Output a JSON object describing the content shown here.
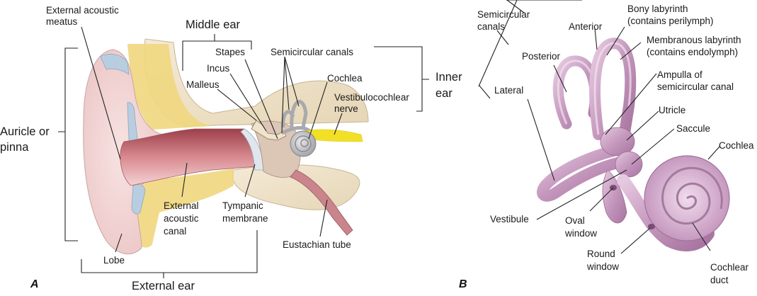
{
  "figure": {
    "panels": [
      {
        "id": "A",
        "letter": "A",
        "subject": "Ear cross-section",
        "regions": {
          "external_ear": "External ear",
          "middle_ear": "Middle ear",
          "inner_ear": "Inner\near",
          "auricle": "Auricle or\npinna"
        },
        "labels": {
          "external_acoustic_meatus": "External acoustic\nmeatus",
          "stapes": "Stapes",
          "incus": "Incus",
          "malleus": "Malleus",
          "semicircular_canals": "Semicircular canals",
          "cochlea": "Cochlea",
          "vestibulocochlear_nerve": "Vestibulocochlear\nnerve",
          "external_acoustic_canal": "External\nacoustic\ncanal",
          "tympanic_membrane": "Tympanic\nmembrane",
          "eustachian_tube": "Eustachian tube",
          "lobe": "Lobe"
        }
      },
      {
        "id": "B",
        "letter": "B",
        "subject": "Inner ear labyrinth",
        "labels": {
          "semicircular_canals": "Semicircular\ncanals",
          "anterior": "Anterior",
          "posterior": "Posterior",
          "lateral": "Lateral",
          "bony_labyrinth": "Bony labyrinth\n(contains perilymph)",
          "membranous_labyrinth": "Membranous labyrinth\n(contains endolymph)",
          "ampulla": "Ampulla of\nsemicircular canal",
          "utricle": "Utricle",
          "saccule": "Saccule",
          "cochlea": "Cochlea",
          "vestibule": "Vestibule",
          "oval_window": "Oval\nwindow",
          "round_window": "Round\nwindow",
          "cochlear_duct": "Cochlear\nduct"
        }
      }
    ],
    "colors": {
      "skin": "#f3d9d8",
      "canal": "#b8525c",
      "cartilage": "#f0d77e",
      "bone": "#ece0c8",
      "blue_cartilage": "#b9cde0",
      "nerve": "#f2e027",
      "cochlea_gray": "#b9b9bd",
      "labyrinth": "#c99bc2",
      "line": "#222222"
    }
  }
}
